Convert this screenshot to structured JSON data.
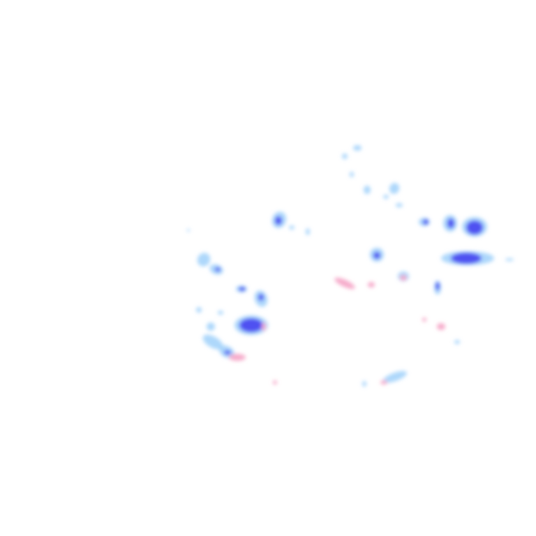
{
  "map": {
    "layer": "precipitation-radar",
    "legend_colors": {
      "light": "#9fd0fa",
      "moderate": "#4a4af0",
      "mixed": "#f5a8c8"
    },
    "intensity_levels": [
      "light",
      "moderate",
      "mixed"
    ]
  }
}
